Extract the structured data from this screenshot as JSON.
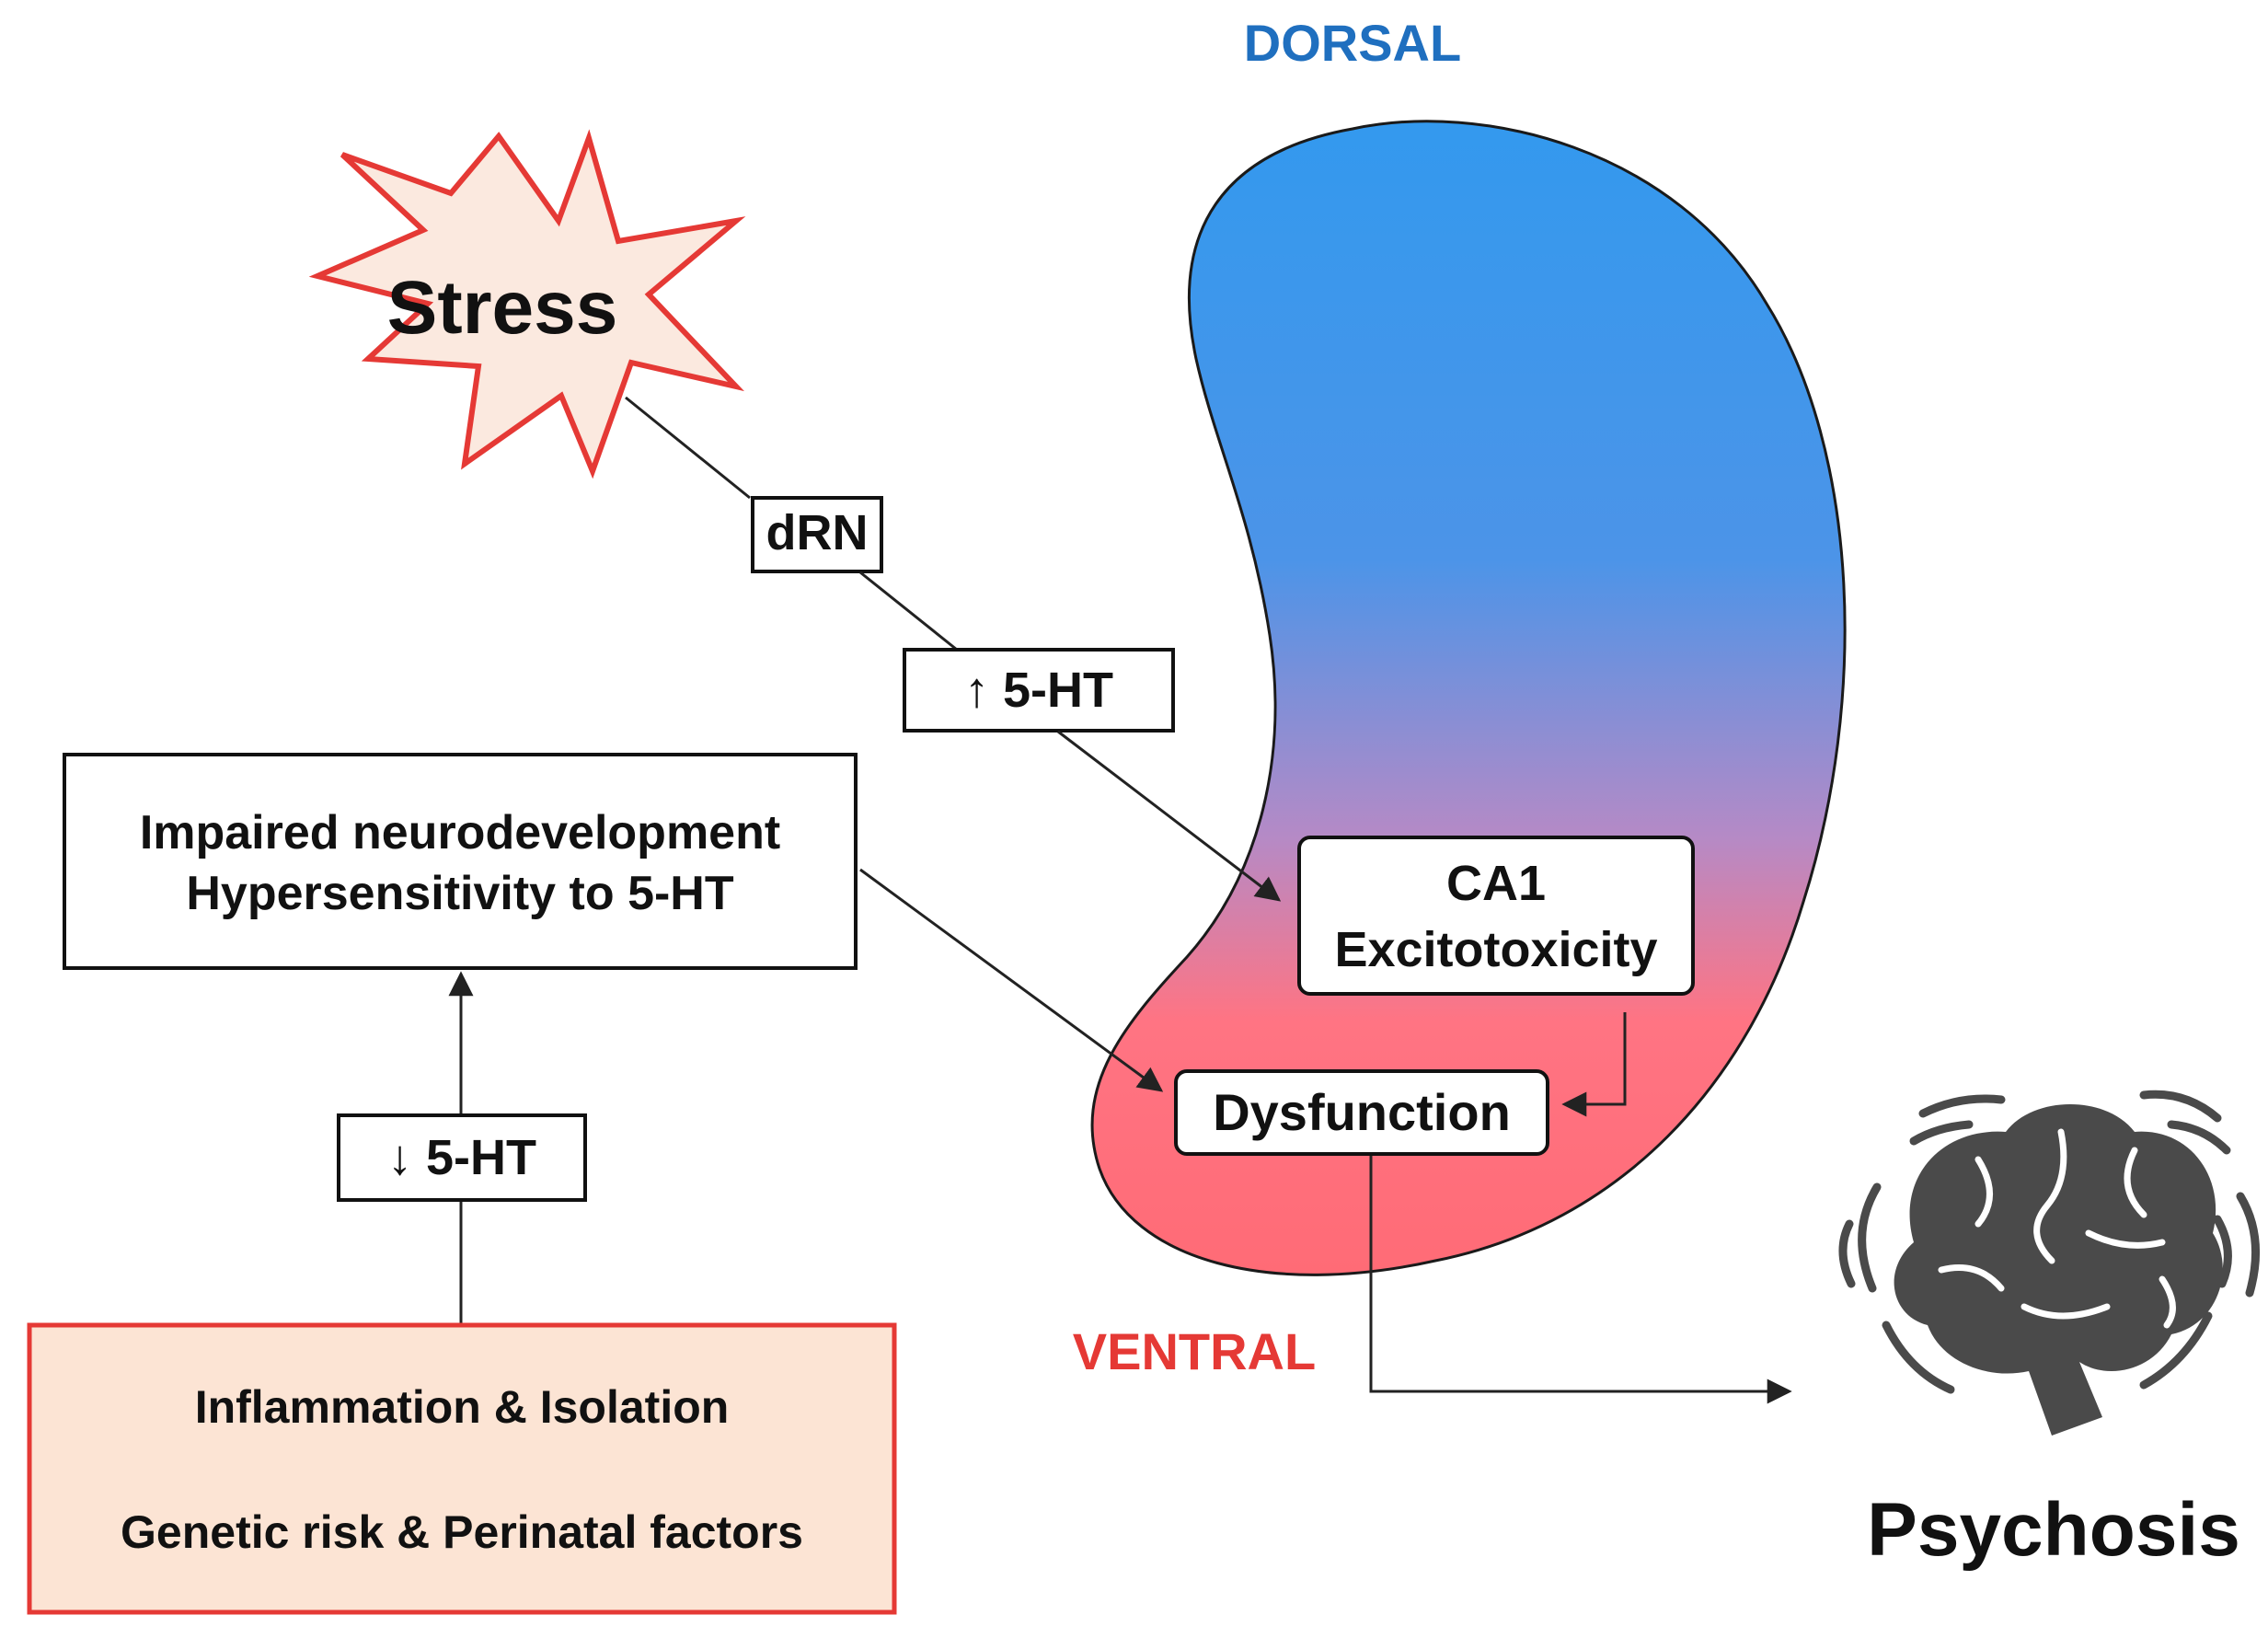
{
  "labels": {
    "dorsal": "DORSAL",
    "ventral": "VENTRAL",
    "stress": "Stress",
    "drn": "dRN",
    "up_5ht": "↑ 5-HT",
    "down_5ht": "↓ 5-HT",
    "neurodev_line1": "Impaired neurodevelopment",
    "neurodev_line2": "Hypersensitivity to 5-HT",
    "ca1_line1": "CA1",
    "ca1_line2": "Excitotoxicity",
    "dysfunction": "Dysfunction",
    "risk_line1": "Inflammation & Isolation",
    "risk_line2": "Genetic risk & Perinatal factors",
    "psychosis": "Psychosis"
  },
  "colors": {
    "dorsal_text": "#1f6fbf",
    "ventral_text": "#e53935",
    "gradient_top": "#3399ee",
    "gradient_mid": "#a88bcc",
    "gradient_bottom": "#ff6f7a",
    "star_fill": "#fbe9df",
    "star_stroke": "#e53935",
    "risk_fill": "#fce4d4",
    "risk_stroke": "#e53935",
    "brain": "#4a4a4a"
  },
  "icons": {
    "brain": "brain-icon",
    "stress": "starburst-icon"
  }
}
